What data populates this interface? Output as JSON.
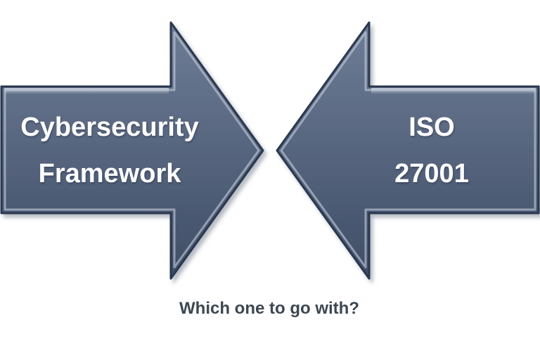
{
  "diagram": {
    "left_arrow": {
      "direction": "right",
      "lines": [
        "Cybersecurity",
        "Framework"
      ]
    },
    "right_arrow": {
      "direction": "left",
      "lines": [
        "ISO",
        "27001"
      ]
    },
    "caption": "Which one to go with?",
    "colors": {
      "background": "#ffffff",
      "arrow_gradient_top": "#6e7d96",
      "arrow_gradient_bottom": "#3f4d66",
      "arrow_outline": "#2a3850",
      "bevel_highlight": "#c6cfdd",
      "label_text": "#ffffff",
      "caption_text": "#3d4751",
      "shadow": "#6e7889"
    }
  }
}
